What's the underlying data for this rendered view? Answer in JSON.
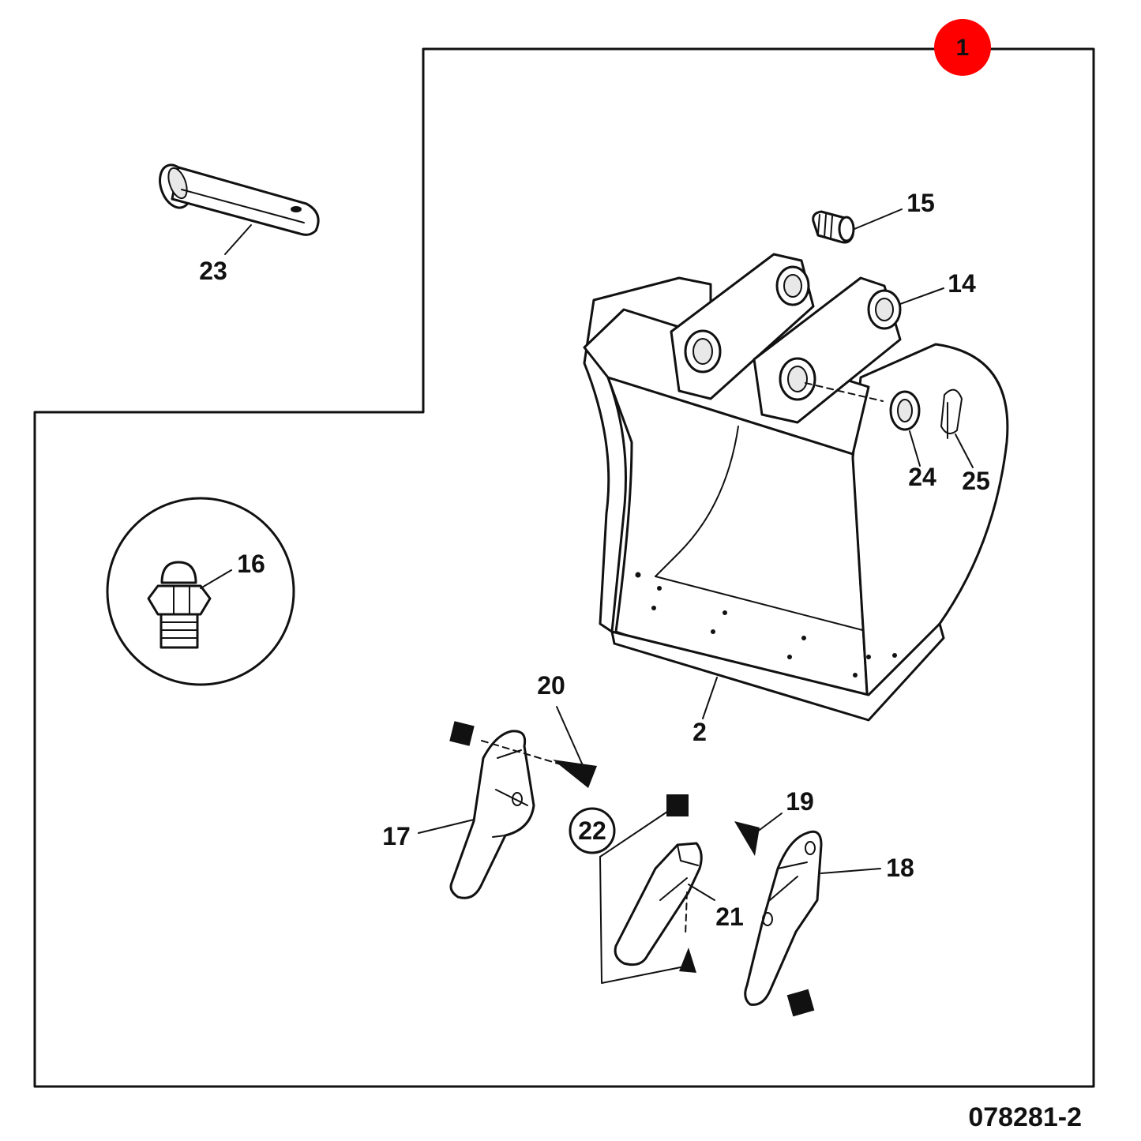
{
  "diagram": {
    "sheet_badge": {
      "label": "1",
      "color": "#ff0000"
    },
    "drawing_number": "078281-2",
    "callouts": [
      {
        "id": "c23",
        "label": "23"
      },
      {
        "id": "c15",
        "label": "15"
      },
      {
        "id": "c14",
        "label": "14"
      },
      {
        "id": "c24",
        "label": "24"
      },
      {
        "id": "c25",
        "label": "25"
      },
      {
        "id": "c16",
        "label": "16"
      },
      {
        "id": "c2",
        "label": "2"
      },
      {
        "id": "c20",
        "label": "20"
      },
      {
        "id": "c19",
        "label": "19"
      },
      {
        "id": "c17",
        "label": "17"
      },
      {
        "id": "c22",
        "label": "22"
      },
      {
        "id": "c18",
        "label": "18"
      },
      {
        "id": "c21",
        "label": "21"
      }
    ],
    "parts": [
      {
        "name": "pivot-pin",
        "icon": "pin-icon"
      },
      {
        "name": "bush",
        "icon": "bush-icon"
      },
      {
        "name": "bucket",
        "icon": "bucket-icon"
      },
      {
        "name": "grease-nipple",
        "icon": "grease-nipple-icon"
      },
      {
        "name": "side-tooth-left",
        "icon": "tooth-icon"
      },
      {
        "name": "center-tooth",
        "icon": "tooth-icon"
      },
      {
        "name": "side-tooth-right",
        "icon": "tooth-icon"
      }
    ]
  }
}
